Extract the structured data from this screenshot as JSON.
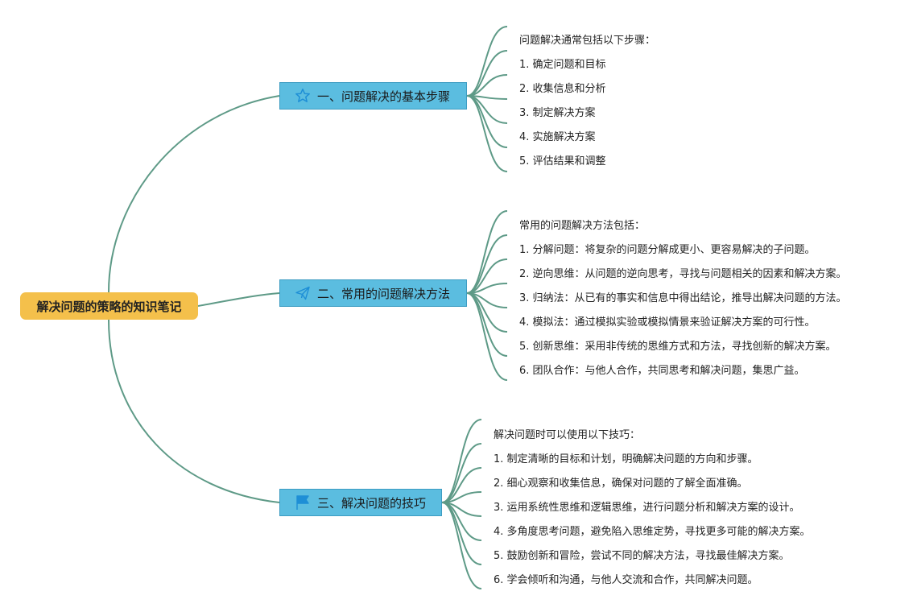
{
  "root": {
    "label": "解决问题的策略的知识笔记"
  },
  "branches": [
    {
      "label": "一、问题解决的基本步骤",
      "icon": "star-icon",
      "items": [
        "问题解决通常包括以下步骤：",
        "1. 确定问题和目标",
        "2. 收集信息和分析",
        "3. 制定解决方案",
        "4. 实施解决方案",
        "5. 评估结果和调整"
      ]
    },
    {
      "label": "二、常用的问题解决方法",
      "icon": "paper-plane-icon",
      "items": [
        "常用的问题解决方法包括：",
        "1. 分解问题：将复杂的问题分解成更小、更容易解决的子问题。",
        "2. 逆向思维：从问题的逆向思考，寻找与问题相关的因素和解决方案。",
        "3. 归纳法：从已有的事实和信息中得出结论，推导出解决问题的方法。",
        "4. 模拟法：通过模拟实验或模拟情景来验证解决方案的可行性。",
        "5. 创新思维：采用非传统的思维方式和方法，寻找创新的解决方案。",
        "6. 团队合作：与他人合作，共同思考和解决问题，集思广益。"
      ]
    },
    {
      "label": "三、解决问题的技巧",
      "icon": "flag-icon",
      "items": [
        "解决问题时可以使用以下技巧：",
        "1. 制定清晰的目标和计划，明确解决问题的方向和步骤。",
        "2. 细心观察和收集信息，确保对问题的了解全面准确。",
        "3. 运用系统性思维和逻辑思维，进行问题分析和解决方案的设计。",
        "4. 多角度思考问题，避免陷入思维定势，寻找更多可能的解决方案。",
        "5. 鼓励创新和冒险，尝试不同的解决方法，寻找最佳解决方案。",
        "6. 学会倾听和沟通，与他人交流和合作，共同解决问题。"
      ]
    }
  ],
  "colors": {
    "root_fill": "#f4c04b",
    "branch_fill": "#5bbde0",
    "connector": "#5e9a87",
    "icon_blue": "#1e8fd6"
  }
}
